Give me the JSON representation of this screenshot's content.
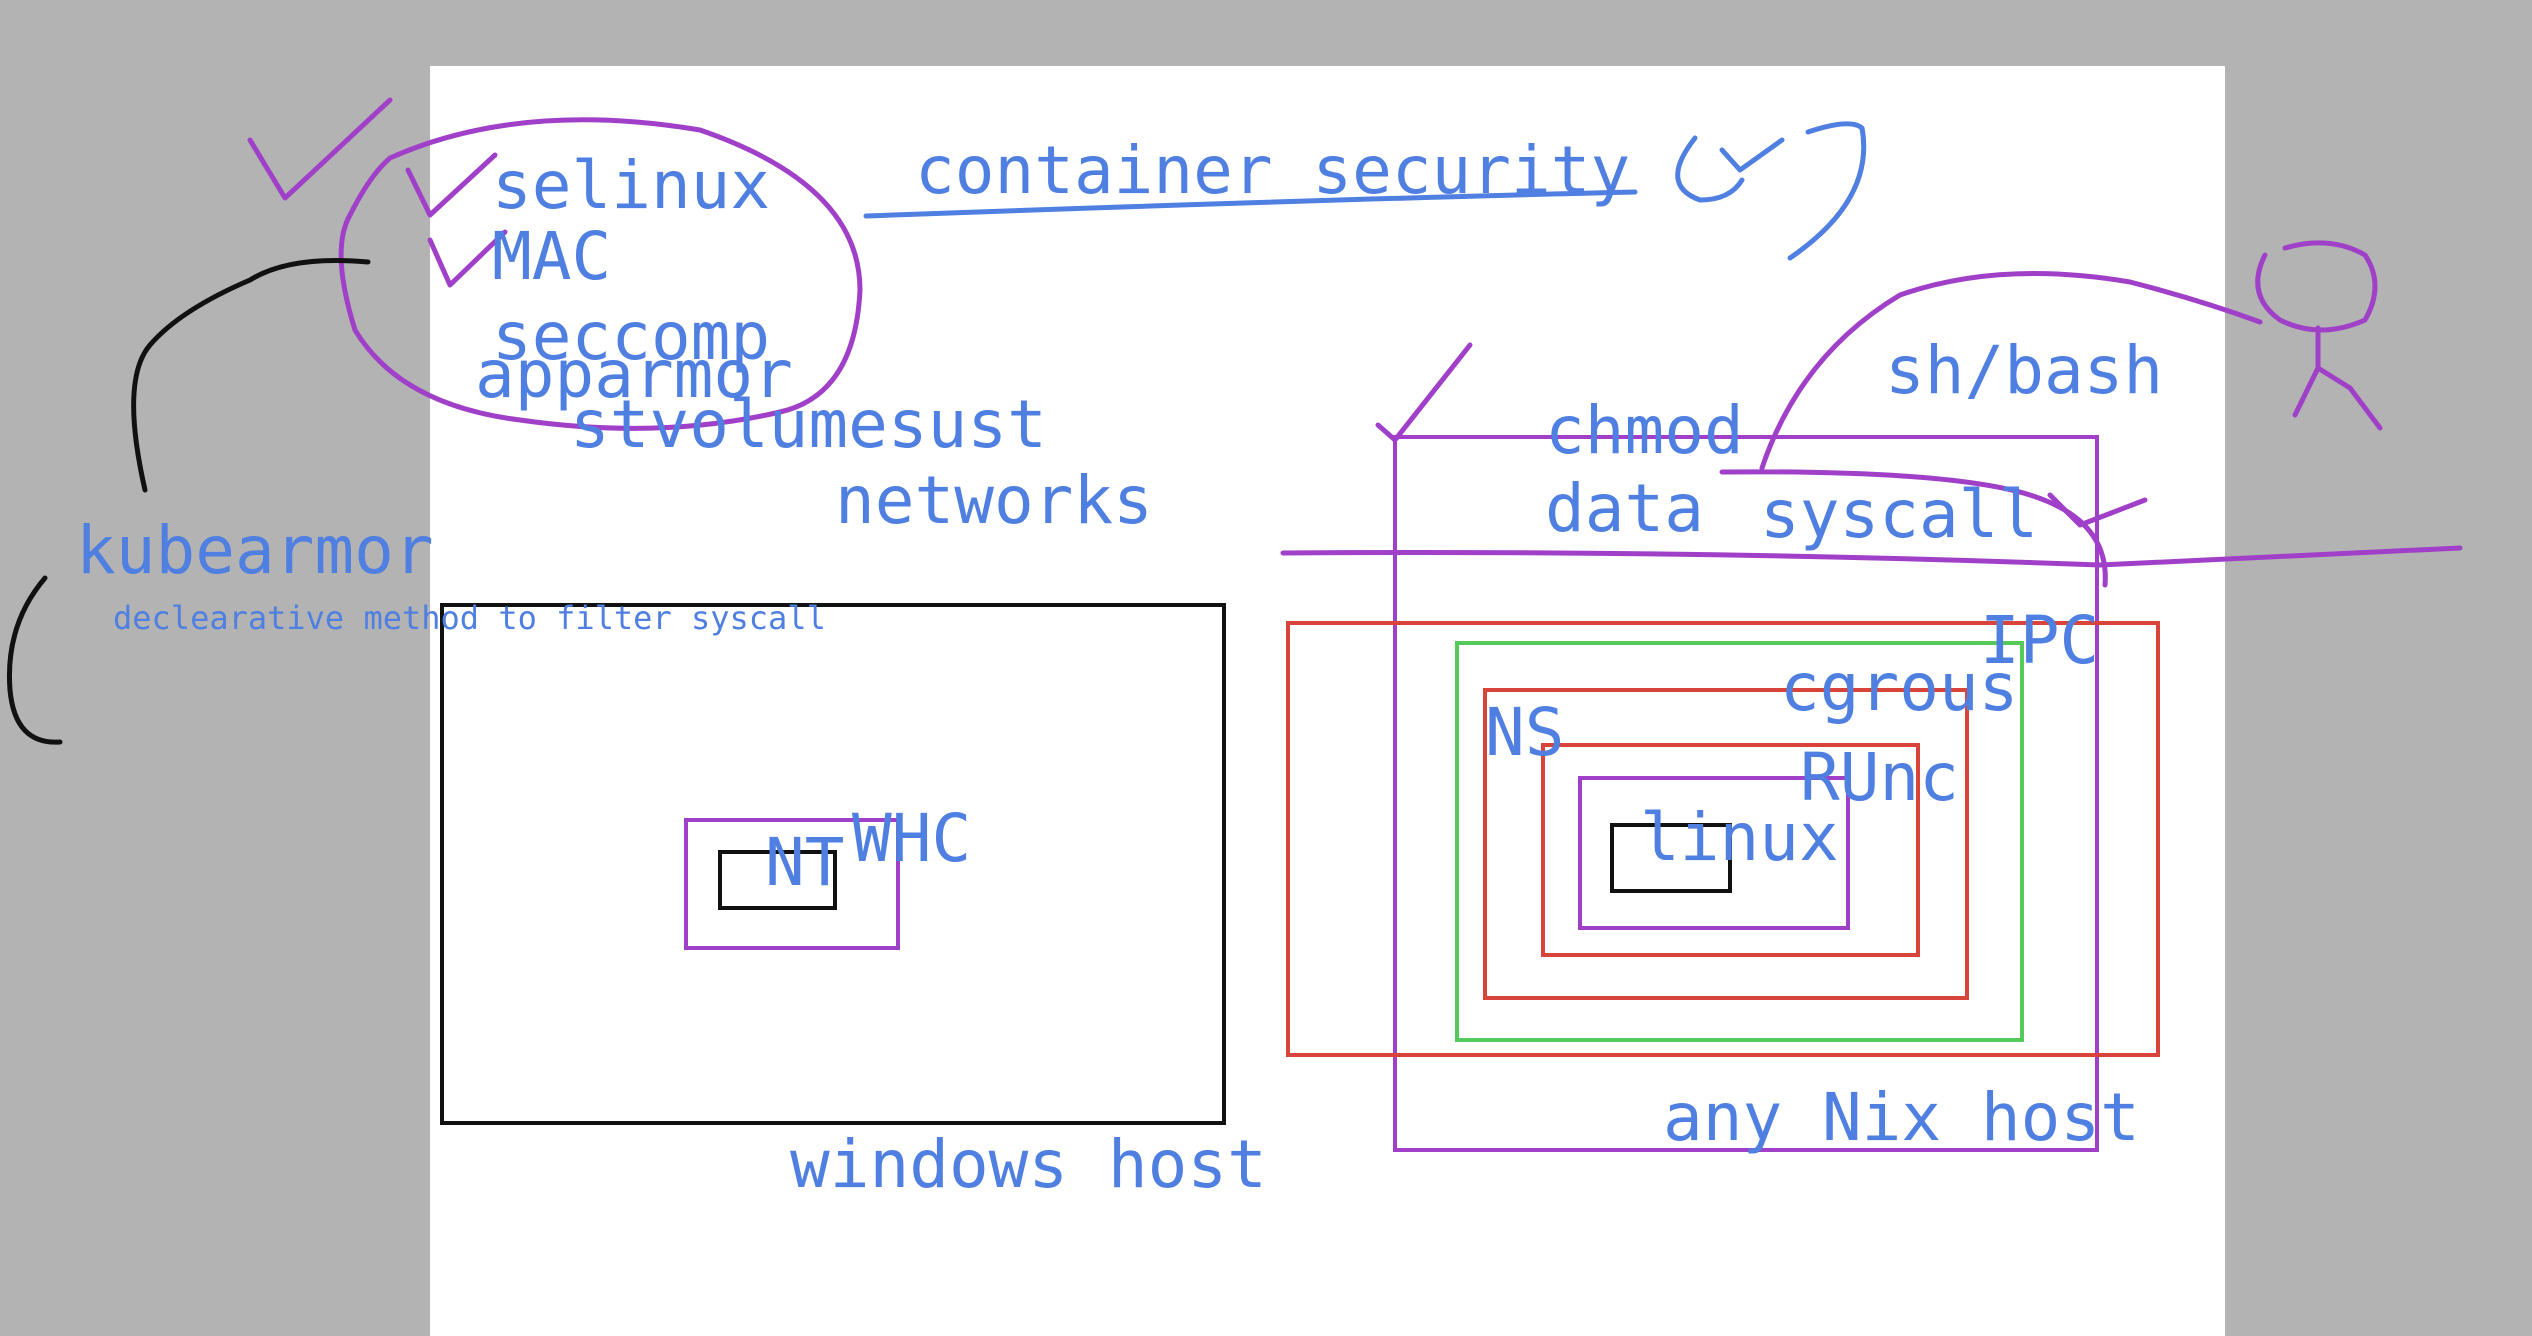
{
  "title": "container security",
  "lsm_list": [
    "selinux",
    "MAC",
    "seccomp",
    "apparmor"
  ],
  "extra_notes": [
    "stvolumesust",
    "networks"
  ],
  "kubearmor": {
    "name": "kubearmor",
    "description": "declearative method to filter syscall"
  },
  "windows_diagram": {
    "host_label": "windows host",
    "kernel_label": "NT",
    "container_label": "WHC"
  },
  "nix_diagram": {
    "host_label": "any Nix host",
    "top_labels": [
      "chmod",
      "data",
      "syscall",
      "sh/bash"
    ],
    "layers": [
      "IPC",
      "cgrous",
      "NS",
      "RUnc",
      "linux"
    ]
  },
  "colors": {
    "background": "#b3b3b3",
    "board": "#ffffff",
    "text_blue": "#4f7fe0",
    "ink_purple": "#a040c8",
    "ink_black": "#111111",
    "ink_red": "#d9443a",
    "ink_green": "#55c95a"
  }
}
